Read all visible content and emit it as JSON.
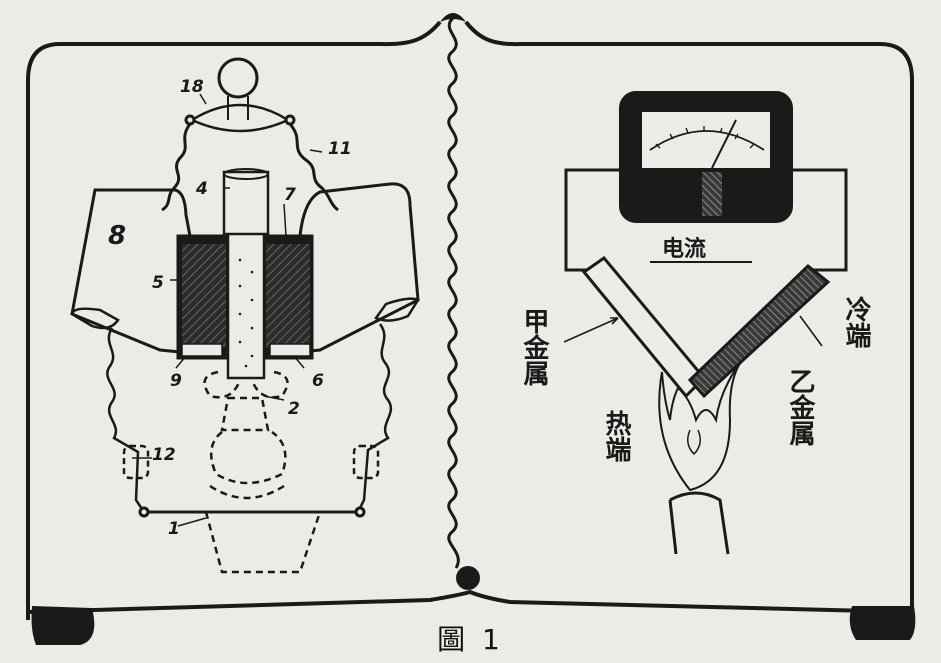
{
  "caption": "圖 1",
  "left_diagram": {
    "part_labels": [
      "18",
      "11",
      "4",
      "7",
      "8",
      "5",
      "9",
      "6",
      "2",
      "12",
      "1"
    ]
  },
  "right_diagram": {
    "current_label": "电流",
    "metal_a_label": "甲金属",
    "metal_b_label": "乙金属",
    "cold_end_label": "冷端",
    "hot_end_label": "热端"
  },
  "colors": {
    "ink": "#1a1a1a",
    "paper": "#ecebe6"
  }
}
